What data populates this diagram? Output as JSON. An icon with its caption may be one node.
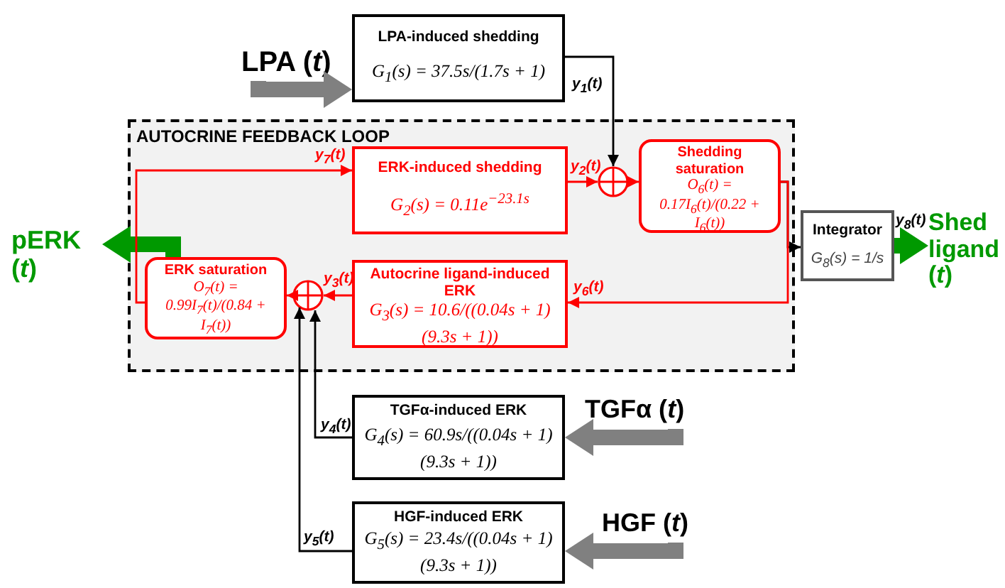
{
  "diagram": {
    "nodes": [
      {
        "text": [
          "LPA (*t*)"
        ]
      },
      {
        "text": [
          "LPA-induced shedding",
          "G$_{1}$(s) = 37.5s/(1.7s + 1)"
        ]
      },
      {
        "text": [
          "AUTOCRINE FEEDBACK LOOP"
        ]
      },
      {
        "text": [
          "ERK-induced shedding",
          "G$_{2}$(s) = 0.11e$^{−23.1s}$"
        ],
        "in": 2
      },
      {
        "text": [],
        "shape": "circle",
        "in": 2
      },
      {
        "text": [
          "Shedding saturation",
          "O$_{6}$(t) = 0.17I$_{6}$(t)/(0.22 + I$_{6}$(t))"
        ],
        "in": 2
      },
      {
        "text": [
          "ERK saturation",
          "O$_{7}$(t) = 0.99I$_{7}$(t)/(0.84 + I$_{7}$(t))"
        ],
        "in": 2
      },
      {
        "text": [],
        "shape": "circle",
        "in": 2
      },
      {
        "text": [
          "Autocrine ligand-induced ERK",
          "G$_{3}$(s) = 10.6/((0.04s + 1)(9.3s + 1))"
        ],
        "in": 2
      },
      {
        "text": [
          "pERK (*t*)"
        ]
      },
      {
        "text": [
          "Integrator",
          "G$_{8}$(s) = 1/s"
        ]
      },
      {
        "text": [
          "Shed ligand (*t*)"
        ]
      },
      {
        "text": [
          "TGFα-induced ERK",
          "G$_{4}$(s) = 60.9s/((0.04s + 1)(9.3s + 1))"
        ]
      },
      {
        "text": [
          "TGFα (*t*)"
        ]
      },
      {
        "text": [
          "HGF-induced ERK",
          "G$_{5}$(s) = 23.4s/((0.04s + 1)(9.3s + 1))"
        ]
      },
      {
        "text": [
          "HGF (*t*)"
        ]
      }
    ],
    "edges": [
      {
        "from": 0,
        "to": 1,
        "arrow": "to",
        "style": "thick",
        "color": "#808080"
      },
      {
        "from": 1,
        "to": 4,
        "arrow": "to",
        "label": "y$_{1}$(t)",
        "color": "#000000"
      },
      {
        "from": 3,
        "to": 4,
        "arrow": "to",
        "label": "y$_{2}$(t)",
        "color": "#ff0000"
      },
      {
        "from": 4,
        "to": 5,
        "arrow": "to",
        "color": "#ff0000"
      },
      {
        "from": 5,
        "to": 10,
        "arrow": "to",
        "color": "#000000"
      },
      {
        "from": 5,
        "to": 8,
        "arrow": "to",
        "label": "y$_{6}$(t)",
        "color": "#ff0000"
      },
      {
        "from": 8,
        "to": 7,
        "arrow": "to",
        "label": "y$_{3}$(t)",
        "color": "#ff0000"
      },
      {
        "from": 12,
        "to": 7,
        "arrow": "to",
        "label": "y$_{4}$(t)",
        "color": "#000000"
      },
      {
        "from": 14,
        "to": 7,
        "arrow": "to",
        "label": "y$_{5}$(t)",
        "color": "#000000"
      },
      {
        "from": 7,
        "to": 6,
        "arrow": "to",
        "color": "#ff0000"
      },
      {
        "from": 6,
        "to": 9,
        "arrow": "to",
        "style": "thick",
        "color": "#009900"
      },
      {
        "from": 6,
        "to": 3,
        "arrow": "to",
        "label": "y$_{7}$(t)",
        "color": "#ff0000"
      },
      {
        "from": 10,
        "to": 11,
        "arrow": "to",
        "label": "y$_{8}$(t)",
        "style": "thick",
        "color": "#009900"
      },
      {
        "from": 13,
        "to": 12,
        "arrow": "to",
        "style": "thick",
        "color": "#808080"
      },
      {
        "from": 15,
        "to": 14,
        "arrow": "to",
        "style": "thick",
        "color": "#808080"
      }
    ]
  }
}
